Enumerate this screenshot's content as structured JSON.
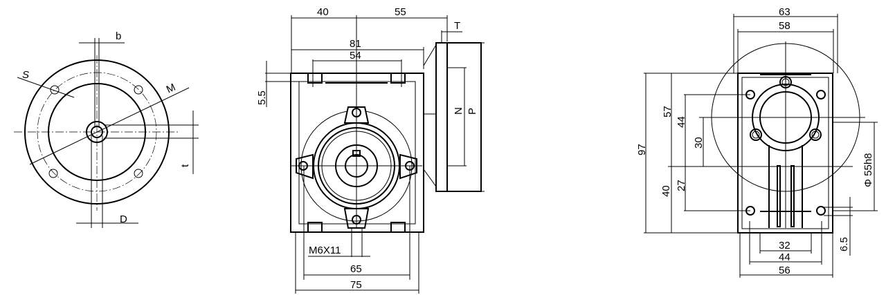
{
  "flange_view": {
    "b": "b",
    "S": "S",
    "M": "M",
    "t": "t",
    "D": "D"
  },
  "front_view": {
    "dim_40": "40",
    "dim_55": "55",
    "dim_T": "T",
    "dim_81": "81",
    "dim_54": "54",
    "dim_5_5": "5.5",
    "dim_N": "N",
    "dim_P": "P",
    "thread": "M6X11",
    "dim_65": "65",
    "dim_75": "75"
  },
  "side_view": {
    "dim_63": "63",
    "dim_58": "58",
    "dim_97": "97",
    "dim_57": "57",
    "dim_44v": "44",
    "dim_30": "30",
    "dim_40": "40",
    "dim_27": "27",
    "dim_phi55h8": "Φ 55h8",
    "dim_6_5": "6.5",
    "dim_32": "32",
    "dim_44h": "44",
    "dim_56": "56"
  }
}
